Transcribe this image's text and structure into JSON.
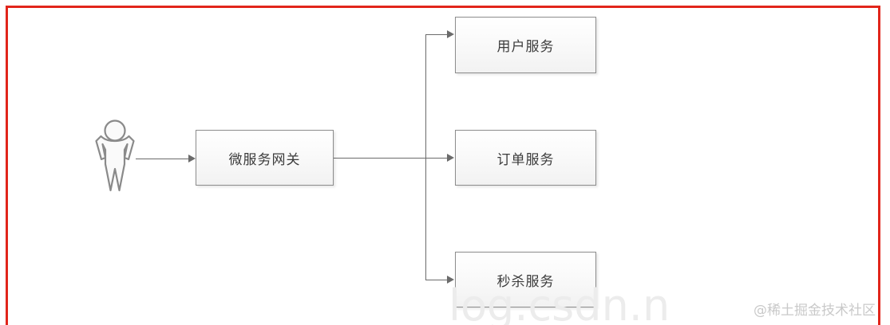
{
  "diagram": {
    "title": "microservice-gateway-architecture",
    "actor": {
      "name": "user-actor",
      "label": ""
    },
    "gateway": {
      "label": "微服务网关"
    },
    "services": [
      {
        "label": "用户服务"
      },
      {
        "label": "订单服务"
      },
      {
        "label": "秒杀服务"
      }
    ],
    "edges": [
      {
        "from": "user-actor",
        "to": "微服务网关"
      },
      {
        "from": "微服务网关",
        "to": "用户服务"
      },
      {
        "from": "微服务网关",
        "to": "订单服务"
      },
      {
        "from": "微服务网关",
        "to": "秒杀服务"
      }
    ]
  },
  "watermarks": {
    "csdn": "log.csdn.n",
    "juejin": "@稀土掘金技术社区"
  },
  "colors": {
    "frame_red": "#e1251b",
    "node_border": "#8c8c8c",
    "edge_gray": "#6b6b6b",
    "text_gray": "#3b3b3b",
    "watermark_gray": "#ececec"
  }
}
